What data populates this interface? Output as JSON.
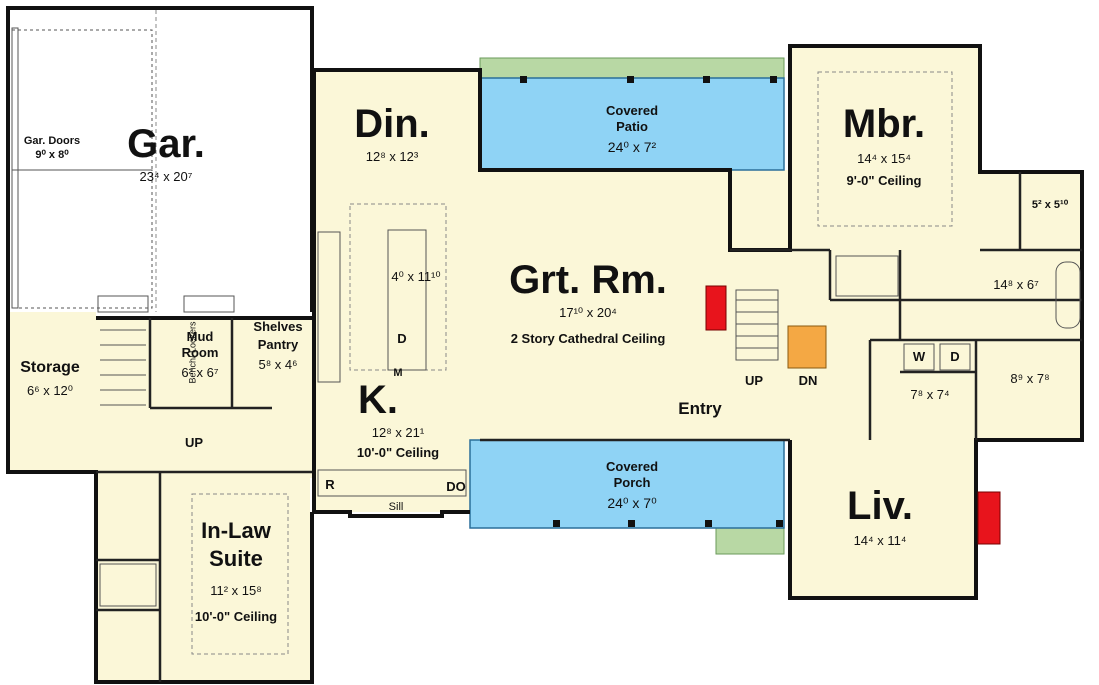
{
  "rooms": {
    "garage": {
      "name": "Gar.",
      "dim": "23⁴ x 20⁷"
    },
    "gar_doors": {
      "name": "Gar. Doors",
      "dim": "9⁰ x 8⁰"
    },
    "storage": {
      "name": "Storage",
      "dim": "6⁶ x 12⁰"
    },
    "dining": {
      "name": "Din.",
      "dim": "12⁸ x 12³"
    },
    "patio": {
      "name1": "Covered",
      "name2": "Patio",
      "dim": "24⁰ x 7²"
    },
    "master": {
      "name": "Mbr.",
      "dim": "14⁴ x 15⁴",
      "ceiling": "9'-0\" Ceiling"
    },
    "closet_m": {
      "dim": "5² x 5¹⁰"
    },
    "bath_m": {
      "dim": "14⁸ x 6⁷"
    },
    "great": {
      "name": "Grt. Rm.",
      "dim": "17¹⁰ x 20⁴",
      "ceiling": "2 Story Cathedral Ceiling"
    },
    "island": {
      "dim": "4⁰ x 11¹⁰",
      "d": "D",
      "m": "M"
    },
    "mud": {
      "name1": "Mud",
      "name2": "Room",
      "dim": "6² x 6⁷",
      "bench": "Bench/ Lockers"
    },
    "pantry": {
      "name1": "Shelves",
      "name2": "Pantry",
      "dim": "5⁸ x 4⁶"
    },
    "kitchen": {
      "name": "K.",
      "dim": "12⁸ x 21¹",
      "ceiling": "10'-0\" Ceiling",
      "r": "R",
      "sill": "Sill",
      "do": "DO"
    },
    "laundry": {
      "w": "W",
      "d": "D",
      "dim": "7⁸ x 7⁴"
    },
    "closet2": {
      "dim": "8⁹ x 7⁸"
    },
    "entry": {
      "name": "Entry"
    },
    "porch": {
      "name1": "Covered",
      "name2": "Porch",
      "dim": "24⁰ x 7⁰"
    },
    "living": {
      "name": "Liv.",
      "dim": "14⁴ x 11⁴"
    },
    "inlaw": {
      "name1": "In-Law",
      "name2": "Suite",
      "dim": "11² x 15⁸",
      "ceiling": "10'-0\" Ceiling"
    }
  },
  "stairs": {
    "up_main": "UP",
    "dn_main": "DN",
    "up_mud": "UP"
  },
  "colors": {
    "floor": "#fbf7d8",
    "patio": "#8fd3f5",
    "fireplace": "#e8141c",
    "stairs_down": "#f4a844",
    "landscape": "#b8d8a4"
  }
}
